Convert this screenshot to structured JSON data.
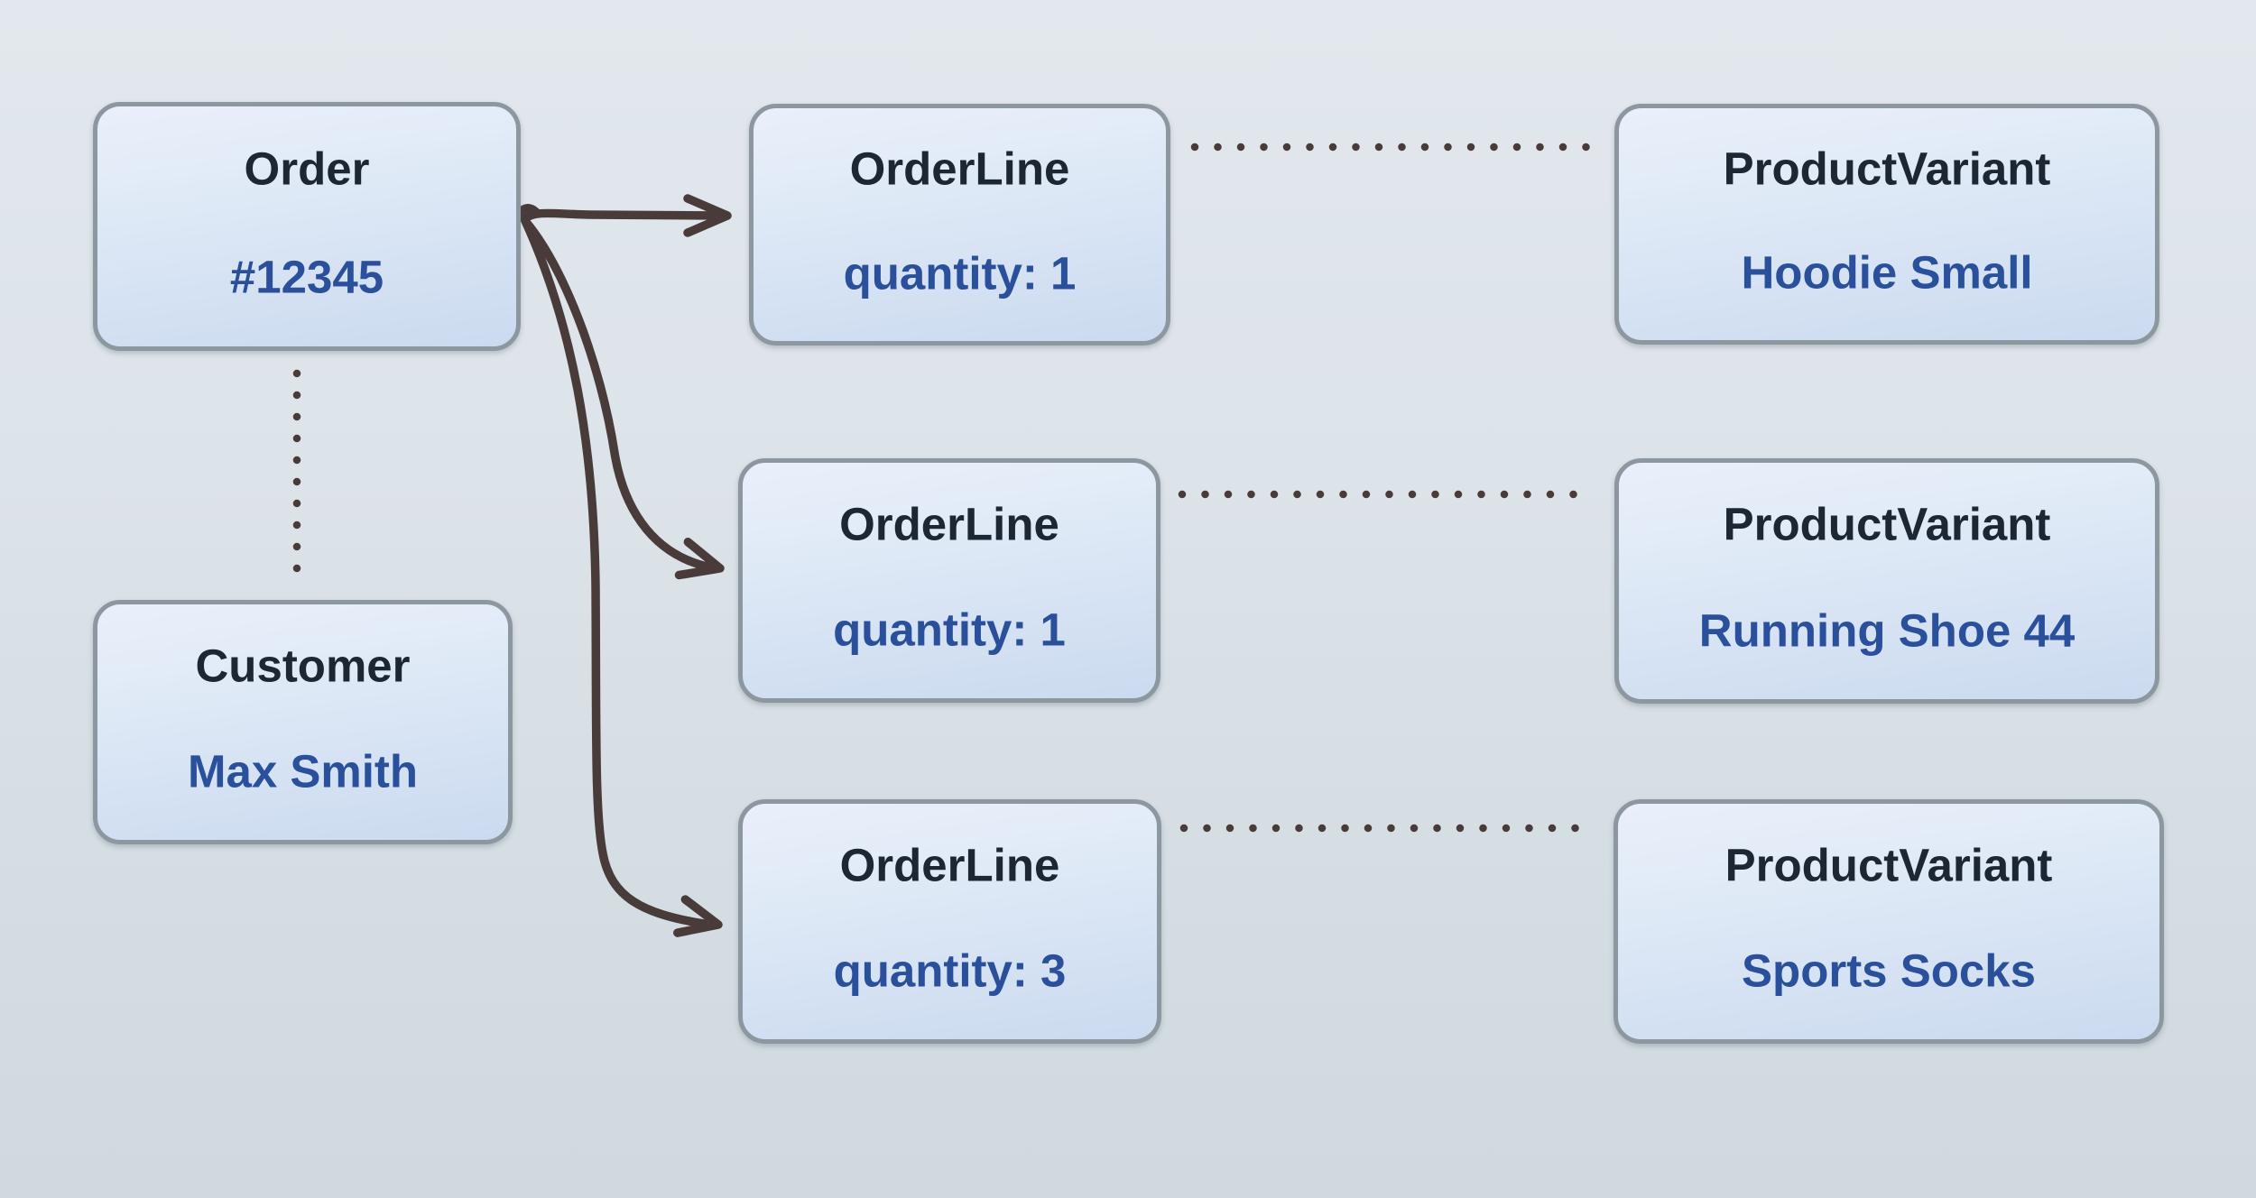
{
  "diagram": {
    "nodes": {
      "order": {
        "label": "Order",
        "value": "#12345"
      },
      "customer": {
        "label": "Customer",
        "value": "Max Smith"
      },
      "order_lines": [
        {
          "label": "OrderLine",
          "value": "quantity: 1"
        },
        {
          "label": "OrderLine",
          "value": "quantity: 1"
        },
        {
          "label": "OrderLine",
          "value": "quantity: 3"
        }
      ],
      "product_variants": [
        {
          "label": "ProductVariant",
          "value": "Hoodie Small"
        },
        {
          "label": "ProductVariant",
          "value": "Running Shoe 44"
        },
        {
          "label": "ProductVariant",
          "value": "Sports Socks"
        }
      ]
    },
    "edges": [
      {
        "from": "Order",
        "to": "OrderLine quantity: 1 (row 1)",
        "style": "solid-curved-arrow"
      },
      {
        "from": "Order",
        "to": "OrderLine quantity: 1 (row 2)",
        "style": "solid-curved-arrow"
      },
      {
        "from": "Order",
        "to": "OrderLine quantity: 3 (row 3)",
        "style": "solid-curved-arrow"
      },
      {
        "from": "Order",
        "to": "Customer",
        "style": "dotted-line"
      },
      {
        "from": "OrderLine quantity: 1 (row 1)",
        "to": "ProductVariant Hoodie Small",
        "style": "dotted-line"
      },
      {
        "from": "OrderLine quantity: 1 (row 2)",
        "to": "ProductVariant Running Shoe 44",
        "style": "dotted-line"
      },
      {
        "from": "OrderLine quantity: 3 (row 3)",
        "to": "ProductVariant Sports Socks",
        "style": "dotted-line"
      }
    ],
    "colors": {
      "background_top": "#e2e8ed",
      "background_bottom": "#cfd9de",
      "node_fill_top": "#eaf0fa",
      "node_fill_bottom": "#cbdaef",
      "node_border": "#8d979f",
      "label_text": "#1d2633",
      "value_text": "#2a4f9b",
      "edge": "#4a3b3b"
    }
  }
}
